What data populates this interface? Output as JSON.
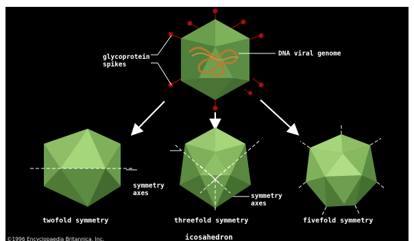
{
  "labels": {
    "glycoprotein": "glycoprotein spikes",
    "dna": "DNA viral genome",
    "symmetry_axes_1": "symmetry axes",
    "symmetry_axes_2": "symmetry axes"
  },
  "captions": {
    "twofold": "twofold symmetry",
    "threefold": "threefold symmetry",
    "fivefold": "fivefold symmetry"
  },
  "footer": {
    "copyright": "©1996 Encyclopaedia Britannica, Inc.",
    "title": "icosahedron"
  },
  "colors": {
    "background": "#000000",
    "face_light": "#a5d67a",
    "face_mid": "#7fb05a",
    "face_dark": "#4e7a36",
    "spike": "#b01010",
    "genome": "#c0782d"
  }
}
